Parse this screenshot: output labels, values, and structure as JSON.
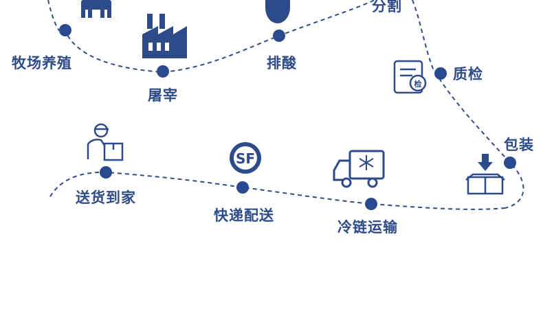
{
  "colors": {
    "primary": "#2d4a8a",
    "dot": "#2a4a8f",
    "background": "#ffffff"
  },
  "steps": [
    {
      "id": "farm",
      "label": "牧场养殖",
      "icon": "cow-icon"
    },
    {
      "id": "slaughter",
      "label": "屠宰",
      "icon": "factory-icon"
    },
    {
      "id": "acid",
      "label": "排酸",
      "icon": "droplet-icon"
    },
    {
      "id": "cut",
      "label": "分割",
      "icon": "none"
    },
    {
      "id": "qc",
      "label": "质检",
      "icon": "inspection-document-icon"
    },
    {
      "id": "pack",
      "label": "包装",
      "icon": "package-box-icon"
    },
    {
      "id": "cold",
      "label": "冷链运输",
      "icon": "refrigerated-truck-icon"
    },
    {
      "id": "express",
      "label": "快递配送",
      "icon": "sf-express-logo-icon"
    },
    {
      "id": "home",
      "label": "送货到家",
      "icon": "delivery-person-icon"
    }
  ],
  "logo_text": "SF"
}
